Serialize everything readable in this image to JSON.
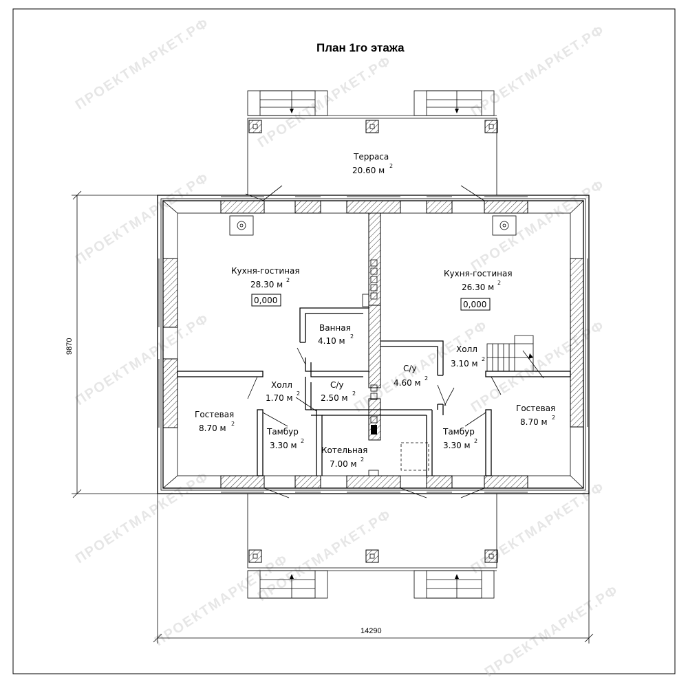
{
  "title": "План 1го этажа",
  "watermark": "ПРОЕКТМАРКЕТ.РФ",
  "dimensions": {
    "width": "14290",
    "height": "9870"
  },
  "rooms": [
    {
      "name": "Терраса",
      "area": "20.60 м",
      "sup": "2"
    },
    {
      "name": "Кухня-гостиная",
      "area": "28.30 м",
      "sup": "2"
    },
    {
      "name": "Кухня-гостиная",
      "area": "26.30 м",
      "sup": "2"
    },
    {
      "name": "Ванная",
      "area": "4.10 м",
      "sup": "2"
    },
    {
      "name": "Холл",
      "area": "1.70 м",
      "sup": "2"
    },
    {
      "name": "С/у",
      "area": "2.50 м",
      "sup": "2"
    },
    {
      "name": "С/у",
      "area": "4.60 м",
      "sup": "2"
    },
    {
      "name": "Холл",
      "area": "3.10 м",
      "sup": "2"
    },
    {
      "name": "Гостевая",
      "area": "8.70 м",
      "sup": "2"
    },
    {
      "name": "Тамбур",
      "area": "3.30 м",
      "sup": "2"
    },
    {
      "name": "Котельная",
      "area": "7.00 м",
      "sup": "2"
    },
    {
      "name": "Тамбур",
      "area": "3.30 м",
      "sup": "2"
    },
    {
      "name": "Гостевая",
      "area": "8.70 м",
      "sup": "2"
    }
  ],
  "levels": [
    "0,000",
    "0,000"
  ]
}
